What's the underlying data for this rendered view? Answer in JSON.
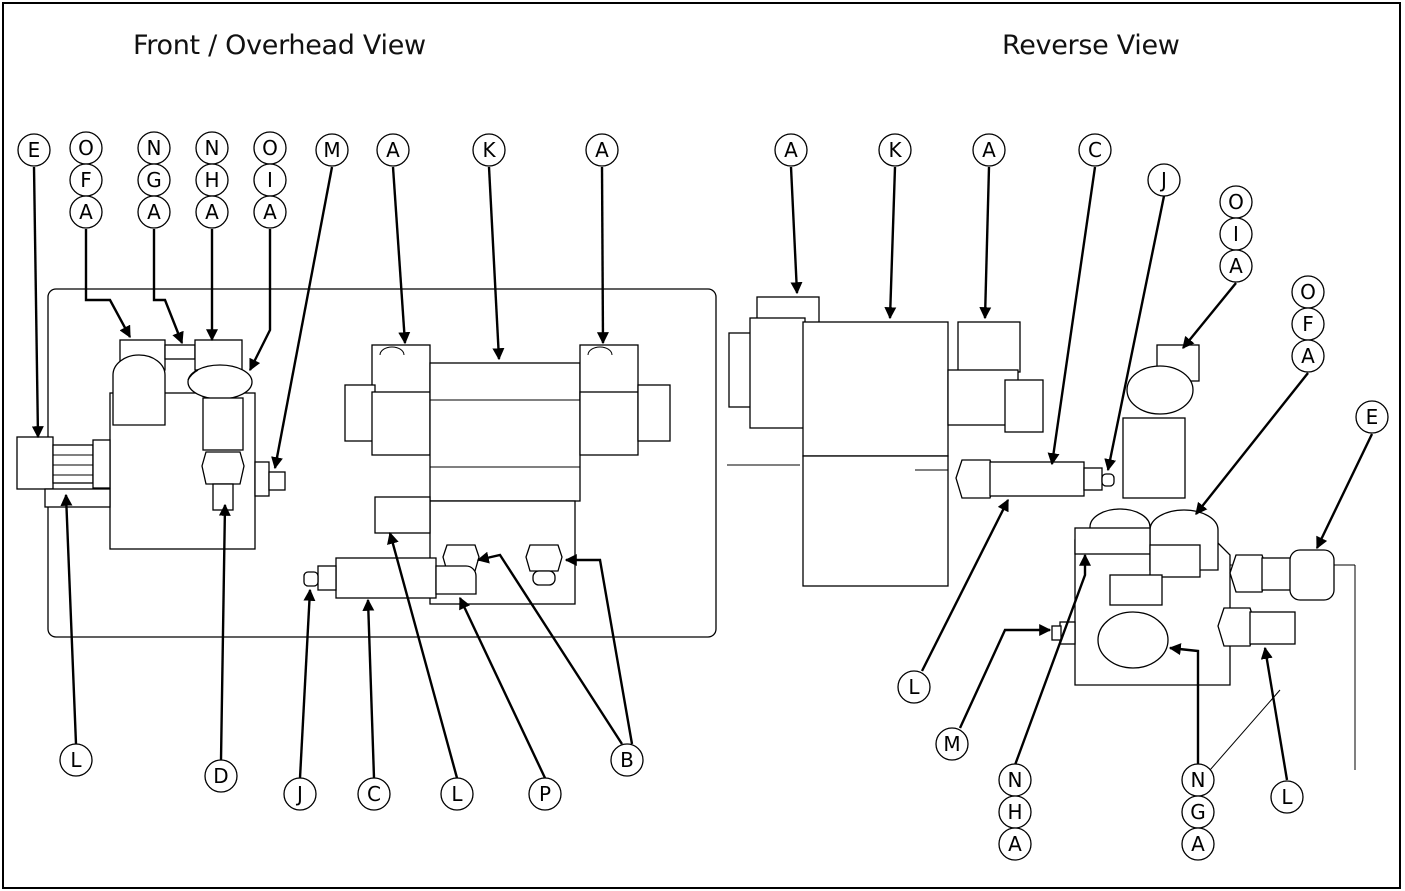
{
  "titles": {
    "front": "Front / Overhead View",
    "reverse": "Reverse View"
  },
  "callouts": {
    "front": {
      "top": [
        {
          "id": "f-e",
          "letters": [
            "E"
          ]
        },
        {
          "id": "f-ofa",
          "letters": [
            "O",
            "F",
            "A"
          ]
        },
        {
          "id": "f-nga",
          "letters": [
            "N",
            "G",
            "A"
          ]
        },
        {
          "id": "f-nha",
          "letters": [
            "N",
            "H",
            "A"
          ]
        },
        {
          "id": "f-oia",
          "letters": [
            "O",
            "I",
            "A"
          ]
        },
        {
          "id": "f-m",
          "letters": [
            "M"
          ]
        },
        {
          "id": "f-a1",
          "letters": [
            "A"
          ]
        },
        {
          "id": "f-k",
          "letters": [
            "K"
          ]
        },
        {
          "id": "f-a2",
          "letters": [
            "A"
          ]
        }
      ],
      "bottom": [
        {
          "id": "f-l1",
          "letters": [
            "L"
          ]
        },
        {
          "id": "f-d",
          "letters": [
            "D"
          ]
        },
        {
          "id": "f-j",
          "letters": [
            "J"
          ]
        },
        {
          "id": "f-c",
          "letters": [
            "C"
          ]
        },
        {
          "id": "f-l2",
          "letters": [
            "L"
          ]
        },
        {
          "id": "f-p",
          "letters": [
            "P"
          ]
        },
        {
          "id": "f-b",
          "letters": [
            "B"
          ]
        }
      ]
    },
    "reverse": {
      "top": [
        {
          "id": "r-a1",
          "letters": [
            "A"
          ]
        },
        {
          "id": "r-k",
          "letters": [
            "K"
          ]
        },
        {
          "id": "r-a2",
          "letters": [
            "A"
          ]
        },
        {
          "id": "r-c",
          "letters": [
            "C"
          ]
        },
        {
          "id": "r-j",
          "letters": [
            "J"
          ]
        },
        {
          "id": "r-oia",
          "letters": [
            "O",
            "I",
            "A"
          ]
        },
        {
          "id": "r-ofa",
          "letters": [
            "O",
            "F",
            "A"
          ]
        },
        {
          "id": "r-e",
          "letters": [
            "E"
          ]
        }
      ],
      "bottom": [
        {
          "id": "r-l1",
          "letters": [
            "L"
          ]
        },
        {
          "id": "r-m",
          "letters": [
            "M"
          ]
        },
        {
          "id": "r-nha",
          "letters": [
            "N",
            "H",
            "A"
          ]
        },
        {
          "id": "r-nga",
          "letters": [
            "N",
            "G",
            "A"
          ]
        },
        {
          "id": "r-l2",
          "letters": [
            "L"
          ]
        }
      ]
    }
  }
}
